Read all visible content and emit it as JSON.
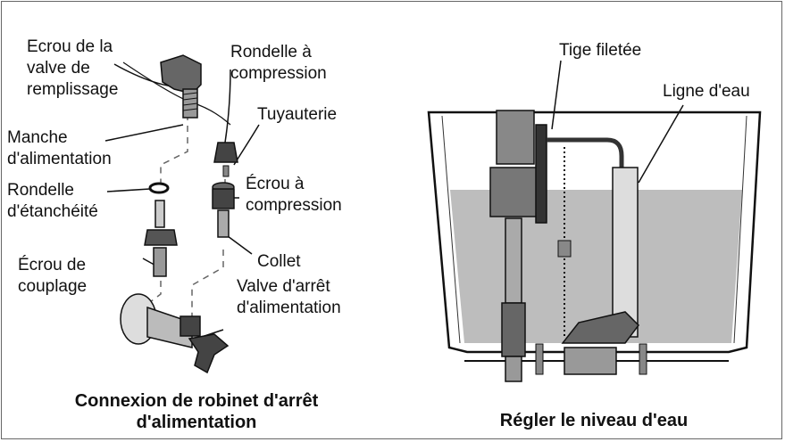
{
  "left_panel": {
    "labels": {
      "fill_valve_nut_1": "Ecrou de la",
      "fill_valve_nut_2": "valve de",
      "fill_valve_nut_3": "remplissage",
      "compression_washer_1": "Rondelle à",
      "compression_washer_2": "compression",
      "tubing": "Tuyauterie",
      "supply_sleeve_1": "Manche",
      "supply_sleeve_2": "d'alimentation",
      "sealing_washer_1": "Rondelle",
      "sealing_washer_2": "d'étanchéité",
      "compression_nut_1": "Écrou à",
      "compression_nut_2": "compression",
      "coupling_nut_1": "Écrou de",
      "coupling_nut_2": "couplage",
      "collar": "Collet",
      "shutoff_valve_1": "Valve d'arrêt",
      "shutoff_valve_2": "d'alimentation"
    },
    "caption_1": "Connexion de robinet d'arrêt",
    "caption_2": "d'alimentation"
  },
  "right_panel": {
    "labels": {
      "threaded_rod": "Tige filetée",
      "water_line": "Ligne d'eau"
    },
    "caption": "Régler le niveau d'eau",
    "water_color": "#bdbdbd"
  }
}
